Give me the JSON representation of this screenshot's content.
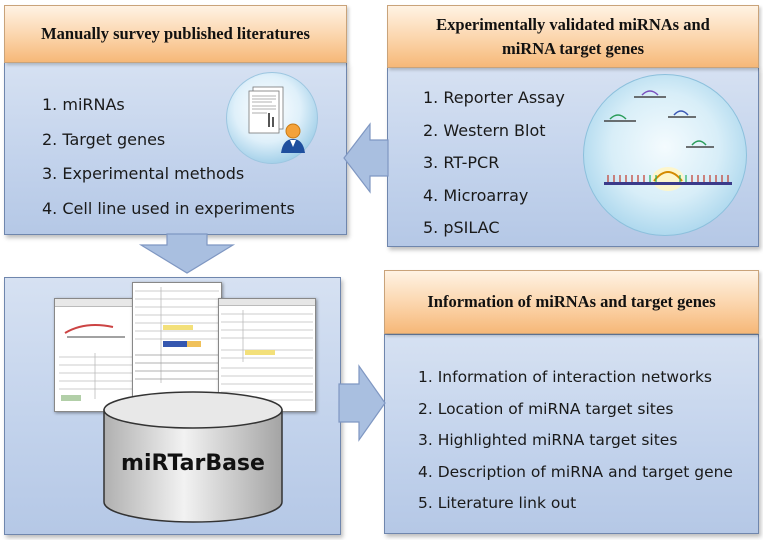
{
  "top_left": {
    "header": "Manually survey published literatures",
    "items": [
      "1. miRNAs",
      "2. Target genes",
      "3. Experimental methods",
      "4. Cell line used in experiments"
    ]
  },
  "top_right": {
    "header": "Experimentally validated miRNAs and miRNA target genes",
    "items": [
      "1. Reporter Assay",
      "2. Western Blot",
      "3. RT-PCR",
      "4. Microarray",
      "5. pSILAC"
    ]
  },
  "bottom_left": {
    "database_label": "miRTarBase"
  },
  "bottom_right": {
    "header": "Information of miRNAs and target genes",
    "items": [
      "1. Information of interaction networks",
      "2. Location of miRNA target sites",
      "3. Highlighted miRNA target sites",
      "4. Description of miRNA and target gene",
      "5. Literature link out"
    ]
  },
  "colors": {
    "panel_fill": "#c3d3ec",
    "panel_border": "#6f86ad",
    "header_fill": "#f6b878",
    "arrow_fill": "#a9bfe0"
  }
}
